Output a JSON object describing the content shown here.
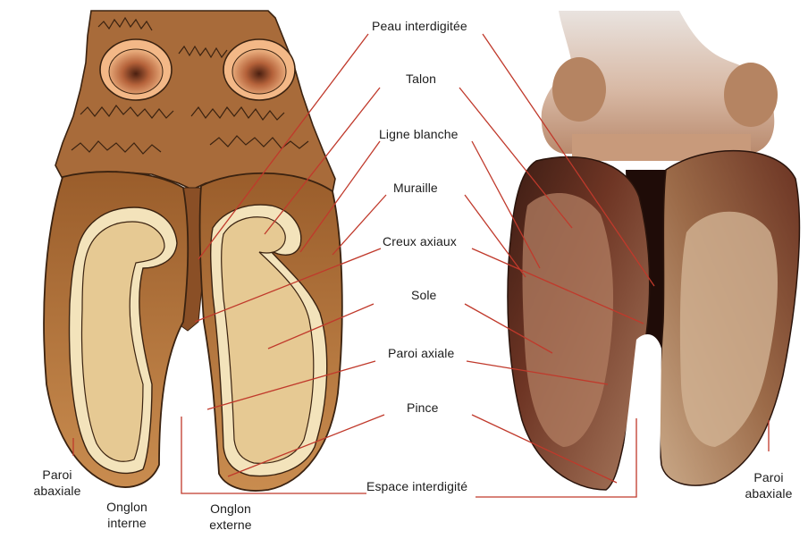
{
  "labels": {
    "peau_interdigitee": "Peau interdigitée",
    "talon": "Talon",
    "ligne_blanche": "Ligne blanche",
    "muraille": "Muraille",
    "creux_axiaux": "Creux axiaux",
    "sole": "Sole",
    "paroi_axiale": "Paroi axiale",
    "pince": "Pince",
    "espace_interdigite": "Espace interdigité",
    "paroi_abaxiale_left_1": "Paroi",
    "paroi_abaxiale_left_2": "abaxiale",
    "onglon_interne_1": "Onglon",
    "onglon_interne_2": "interne",
    "onglon_externe_1": "Onglon",
    "onglon_externe_2": "externe",
    "paroi_abaxiale_right_1": "Paroi",
    "paroi_abaxiale_right_2": "abaxiale"
  },
  "colors": {
    "leader_line": "#c0392b",
    "outer_wall": "#b27436",
    "sole": "#e8cfa0",
    "white_line": "#f3e3bb",
    "skin": "#a8703e",
    "photo_hoof": "#6b3a22"
  }
}
